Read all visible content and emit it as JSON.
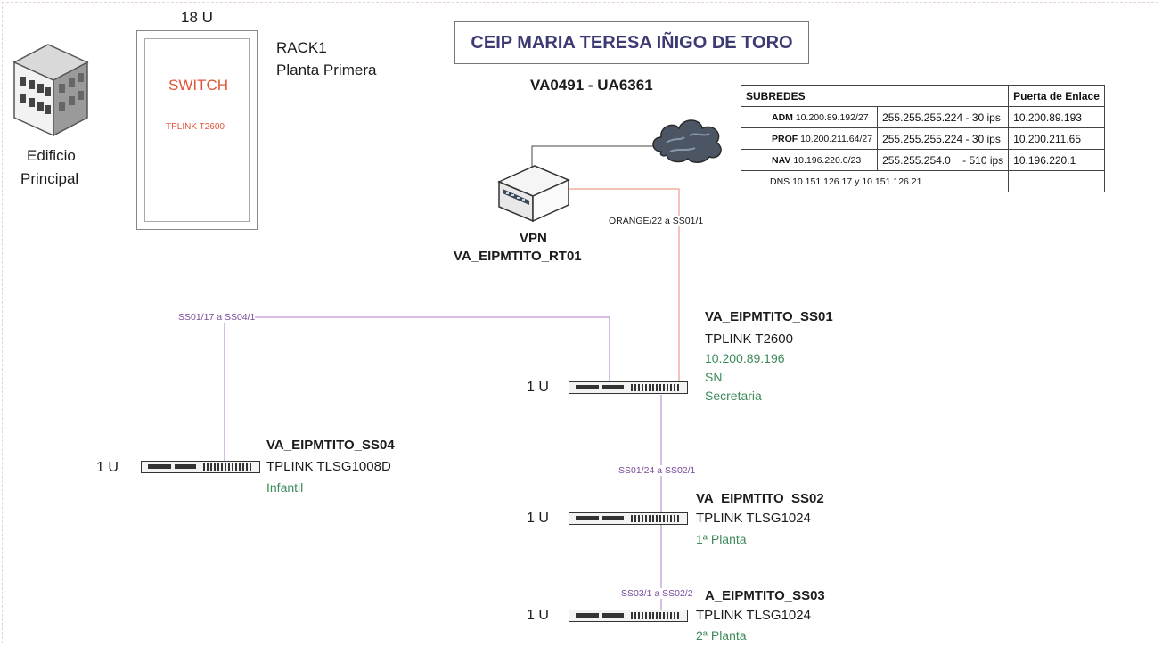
{
  "title": "CEIP MARIA TERESA IÑIGO DE TORO",
  "subtitle": "VA0491 -   UA6361",
  "building": {
    "label_line1": "Edificio",
    "label_line2": "Principal"
  },
  "rack": {
    "units": "18 U",
    "name_line1": "RACK1",
    "name_line2": "Planta Primera",
    "switch_label": "SWITCH",
    "switch_model": "TPLINK T2600"
  },
  "vpn": {
    "label": "VPN",
    "name": "VA_EIPMTITO_RT01"
  },
  "table": {
    "header_subnets": "SUBREDES",
    "header_gateway": "Puerta de Enlace",
    "rows": [
      {
        "tag": "ADM",
        "net": "10.200.89.192/27",
        "mask": "255.255.255.224 - 30 ips",
        "gateway": "10.200.89.193"
      },
      {
        "tag": "PROF",
        "net": "10.200.211.64/27",
        "mask": "255.255.255.224 - 30 ips",
        "gateway": "10.200.211.65"
      },
      {
        "tag": "NAV",
        "net": "10.196.220.0/23",
        "mask": "255.255.254.0    - 510 ips",
        "gateway": "10.196.220.1"
      }
    ],
    "dns": "DNS 10.151.126.17 y 10.151.126.21"
  },
  "links": {
    "orange": "ORANGE/22 a SS01/1",
    "ss01_ss04": "SS01/17 a SS04/1",
    "ss01_ss02": "SS01/24 a SS02/1",
    "ss03_ss02": "SS03/1 a SS02/2"
  },
  "switches": {
    "ss01": {
      "units": "1 U",
      "name": "VA_EIPMTITO_SS01",
      "model": "TPLINK T2600",
      "ip": "10.200.89.196",
      "sn": "SN:",
      "location": "Secretaria"
    },
    "ss04": {
      "units": "1 U",
      "name": "VA_EIPMTITO_SS04",
      "model": "TPLINK TLSG1008D",
      "location": "Infantil"
    },
    "ss02": {
      "units": "1 U",
      "name": "VA_EIPMTITO_SS02",
      "model": "TPLINK TLSG1024",
      "location": "1ª Planta"
    },
    "ss03": {
      "units": "1 U",
      "name": "A_EIPMTITO_SS03",
      "model": "TPLINK TLSG1024",
      "location": "2ª Planta"
    }
  },
  "colors": {
    "purple_line": "#b07cc6",
    "orange_line": "#e58a6f",
    "title": "#3b3a72",
    "green": "#3d8a5a",
    "switch_red": "#e0553a"
  }
}
